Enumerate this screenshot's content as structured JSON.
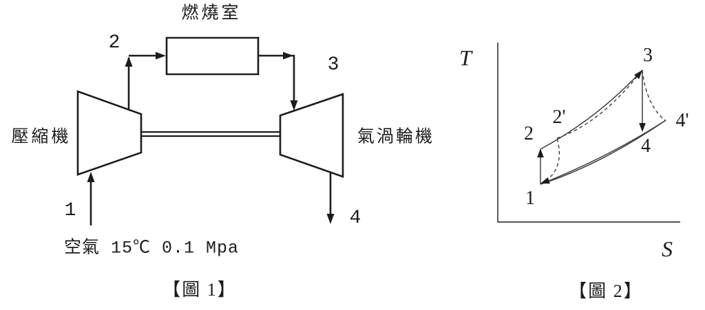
{
  "figure1": {
    "combustor_label": "燃燒室",
    "compressor_label": "壓縮機",
    "turbine_label": "氣渦輪機",
    "inlet_conditions": "空氣 15℃  0.1 Mpa",
    "points": {
      "p1": "1",
      "p2": "2",
      "p3": "3",
      "p4": "4"
    },
    "caption": "【圖 1】"
  },
  "figure2": {
    "axis": {
      "y": "T",
      "x": "S"
    },
    "points": {
      "p1": "1",
      "p2": "2",
      "p2p": "2'",
      "p3": "3",
      "p4": "4",
      "p4p": "4'"
    },
    "caption": "【圖 2】"
  },
  "colors": {
    "ink": "#1c1c1c",
    "plot_line": "#3d3d3d",
    "background": "#ffffff"
  }
}
